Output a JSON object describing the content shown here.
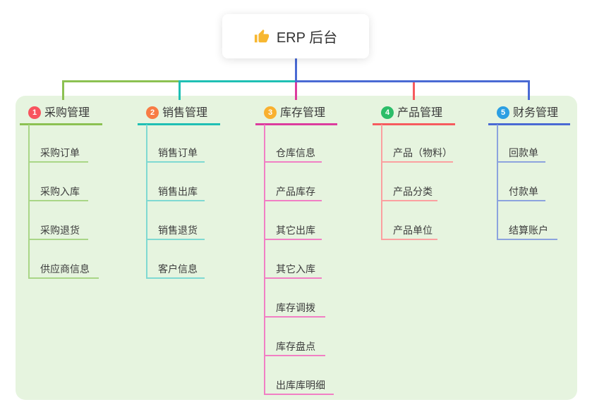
{
  "root": {
    "label": "ERP 后台",
    "icon": "thumbs-up-icon",
    "icon_color": "#F7B731"
  },
  "panel_bg": "#E6F4DF",
  "connector_color": "#4A6AD4",
  "branches": [
    {
      "num": "1",
      "label": "采购管理",
      "colors": {
        "line": "#8CC152",
        "child": "#A9D687",
        "badge": "#F8545E"
      },
      "children": [
        "采购订单",
        "采购入库",
        "采购退货",
        "供应商信息"
      ]
    },
    {
      "num": "2",
      "label": "销售管理",
      "colors": {
        "line": "#1FBFB4",
        "child": "#7FD9D2",
        "badge": "#F87C45"
      },
      "children": [
        "销售订单",
        "销售出库",
        "销售退货",
        "客户信息"
      ]
    },
    {
      "num": "3",
      "label": "库存管理",
      "colors": {
        "line": "#DC3C9E",
        "child": "#F17FC4",
        "badge": "#F9B02F"
      },
      "children": [
        "仓库信息",
        "产品库存",
        "其它出库",
        "其它入库",
        "库存调拨",
        "库存盘点",
        "出库库明细"
      ]
    },
    {
      "num": "4",
      "label": "产品管理",
      "colors": {
        "line": "#F65B5E",
        "child": "#FBA0A0",
        "badge": "#2BBD68"
      },
      "children": [
        "产品（物料）",
        "产品分类",
        "产品单位"
      ]
    },
    {
      "num": "5",
      "label": "财务管理",
      "colors": {
        "line": "#4A6AD4",
        "child": "#8CA3DE",
        "badge": "#2B9FE3"
      },
      "children": [
        "回款单",
        "付款单",
        "结算账户"
      ]
    }
  ]
}
